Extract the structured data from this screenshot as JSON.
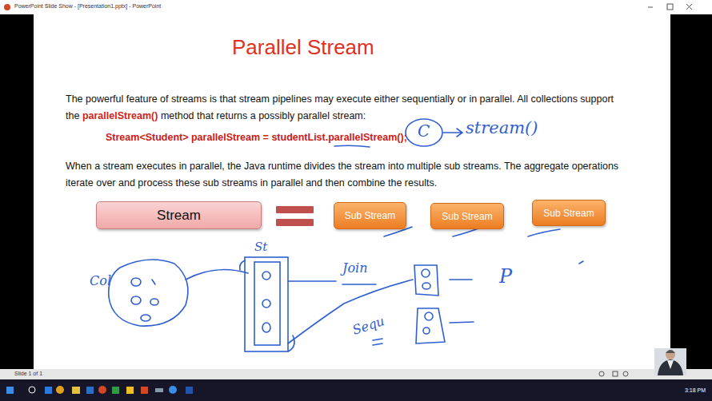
{
  "diagram": {
    "title": "Parallel Stream",
    "nodes": [
      {
        "text": [
          "Stream"
        ]
      },
      {
        "text": [
          "Sub Stream"
        ]
      },
      {
        "text": [
          "Sub Stream"
        ]
      },
      {
        "text": [
          "Sub Stream"
        ]
      }
    ],
    "labels": [
      "PowerPoint Slide Show - [Presentation1.pptx] - PowerPoint",
      "The powerful feature of streams is that stream pipelines may execute either sequentially or in parallel. All collections support the",
      "parallelStream()",
      "method that returns a possibly parallel stream:",
      "Stream<Student> parallelStream = studentList.parallelStream();",
      "When a stream executes in parallel, the Java runtime divides the stream into multiple sub streams. The aggregate operations iterate over and process these sub streams in parallel and then combine the results.",
      "C",
      "stream()",
      "Col",
      "St",
      "Join",
      "Sequ",
      "P",
      "Slide 1 of 1",
      "3:18 PM"
    ]
  }
}
